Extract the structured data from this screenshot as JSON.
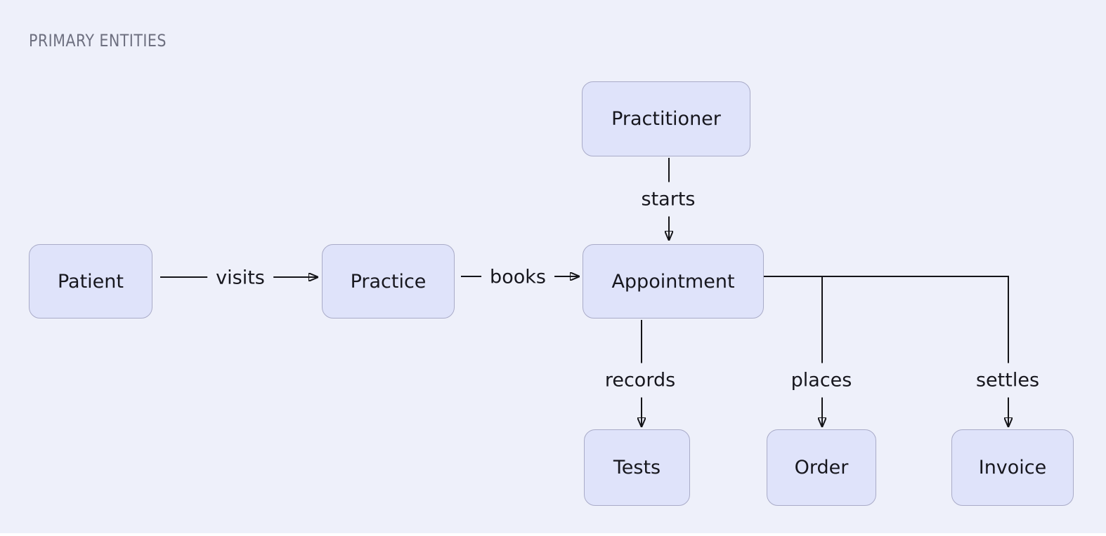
{
  "title": {
    "text": "PRIMARY ENTITIES"
  },
  "colors": {
    "canvas_bg": "#eef0fa",
    "node_fill": "#dfe3fa",
    "node_border": "#a9abc8",
    "edge_line": "#141418",
    "node_text": "#17171e",
    "title_text": "#6e7080"
  },
  "nodes": [
    {
      "id": "patient",
      "label": "Patient"
    },
    {
      "id": "practice",
      "label": "Practice"
    },
    {
      "id": "practitioner",
      "label": "Practitioner"
    },
    {
      "id": "appointment",
      "label": "Appointment"
    },
    {
      "id": "tests",
      "label": "Tests"
    },
    {
      "id": "order",
      "label": "Order"
    },
    {
      "id": "invoice",
      "label": "Invoice"
    }
  ],
  "edges": [
    {
      "from": "Patient",
      "to": "Practice",
      "label": "visits"
    },
    {
      "from": "Practice",
      "to": "Appointment",
      "label": "books"
    },
    {
      "from": "Practitioner",
      "to": "Appointment",
      "label": "starts"
    },
    {
      "from": "Appointment",
      "to": "Tests",
      "label": "records"
    },
    {
      "from": "Appointment",
      "to": "Order",
      "label": "places"
    },
    {
      "from": "Appointment",
      "to": "Invoice",
      "label": "settles"
    }
  ]
}
